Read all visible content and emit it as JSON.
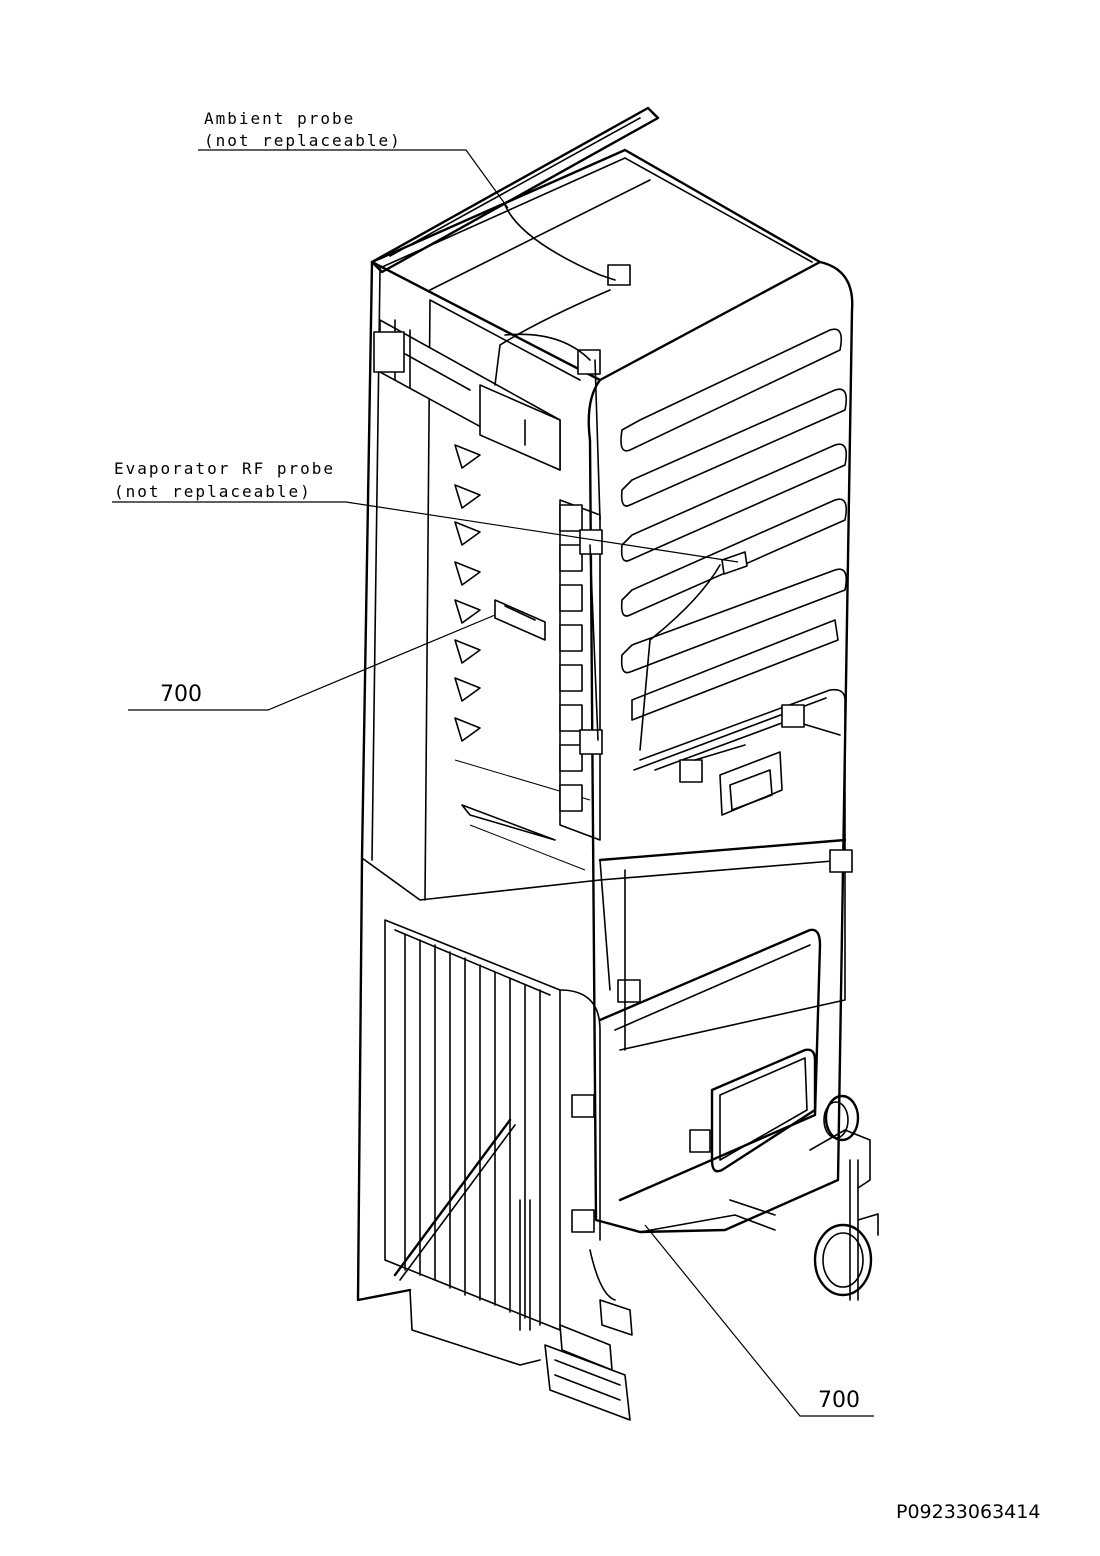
{
  "labels": {
    "ambient_line1": "Ambient probe",
    "ambient_line2": "(not replaceable)",
    "evap_line1": "Evaporator RF probe",
    "evap_line2": "(not replaceable)",
    "ref_left": "700",
    "ref_bottom": "700",
    "drawing_code": "P09233063414"
  }
}
